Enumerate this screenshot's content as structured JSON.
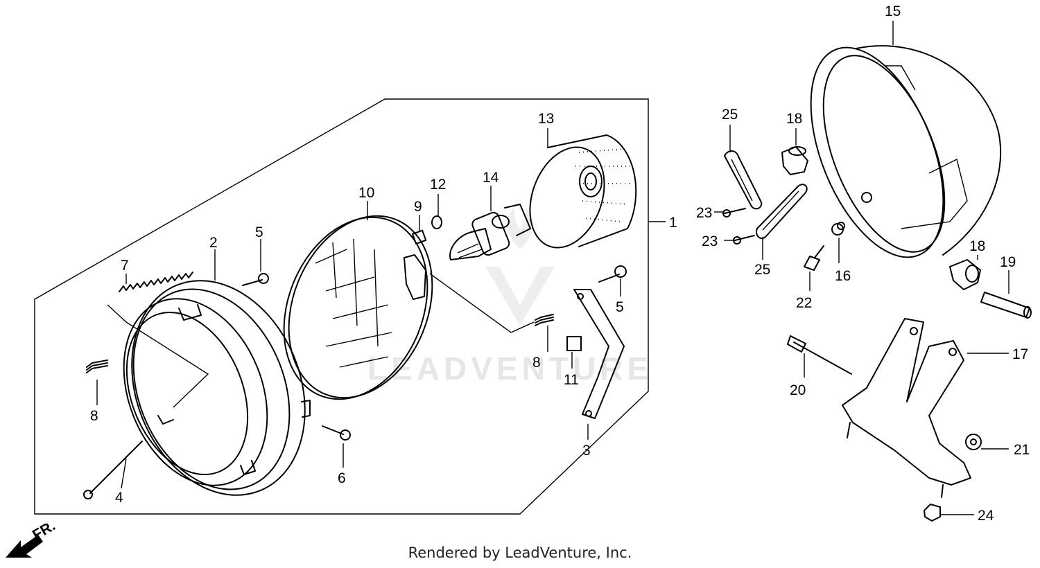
{
  "footer_credit": "Rendered by LeadVenture, Inc.",
  "watermark_text": "LEADVENTURE",
  "direction_label": "FR.",
  "callouts": {
    "c1": "1",
    "c2": "2",
    "c3": "3",
    "c4": "4",
    "c5a": "5",
    "c5b": "5",
    "c6": "6",
    "c7": "7",
    "c8a": "8",
    "c8b": "8",
    "c9": "9",
    "c10": "10",
    "c11": "11",
    "c12": "12",
    "c13": "13",
    "c14": "14",
    "c15": "15",
    "c16": "16",
    "c17": "17",
    "c18a": "18",
    "c18b": "18",
    "c19": "19",
    "c20": "20",
    "c21": "21",
    "c22": "22",
    "c23a": "23",
    "c23b": "23",
    "c24": "24",
    "c25a": "25",
    "c25b": "25"
  },
  "colors": {
    "line": "#000000",
    "background": "#ffffff",
    "watermark": "#e6e6e6"
  }
}
